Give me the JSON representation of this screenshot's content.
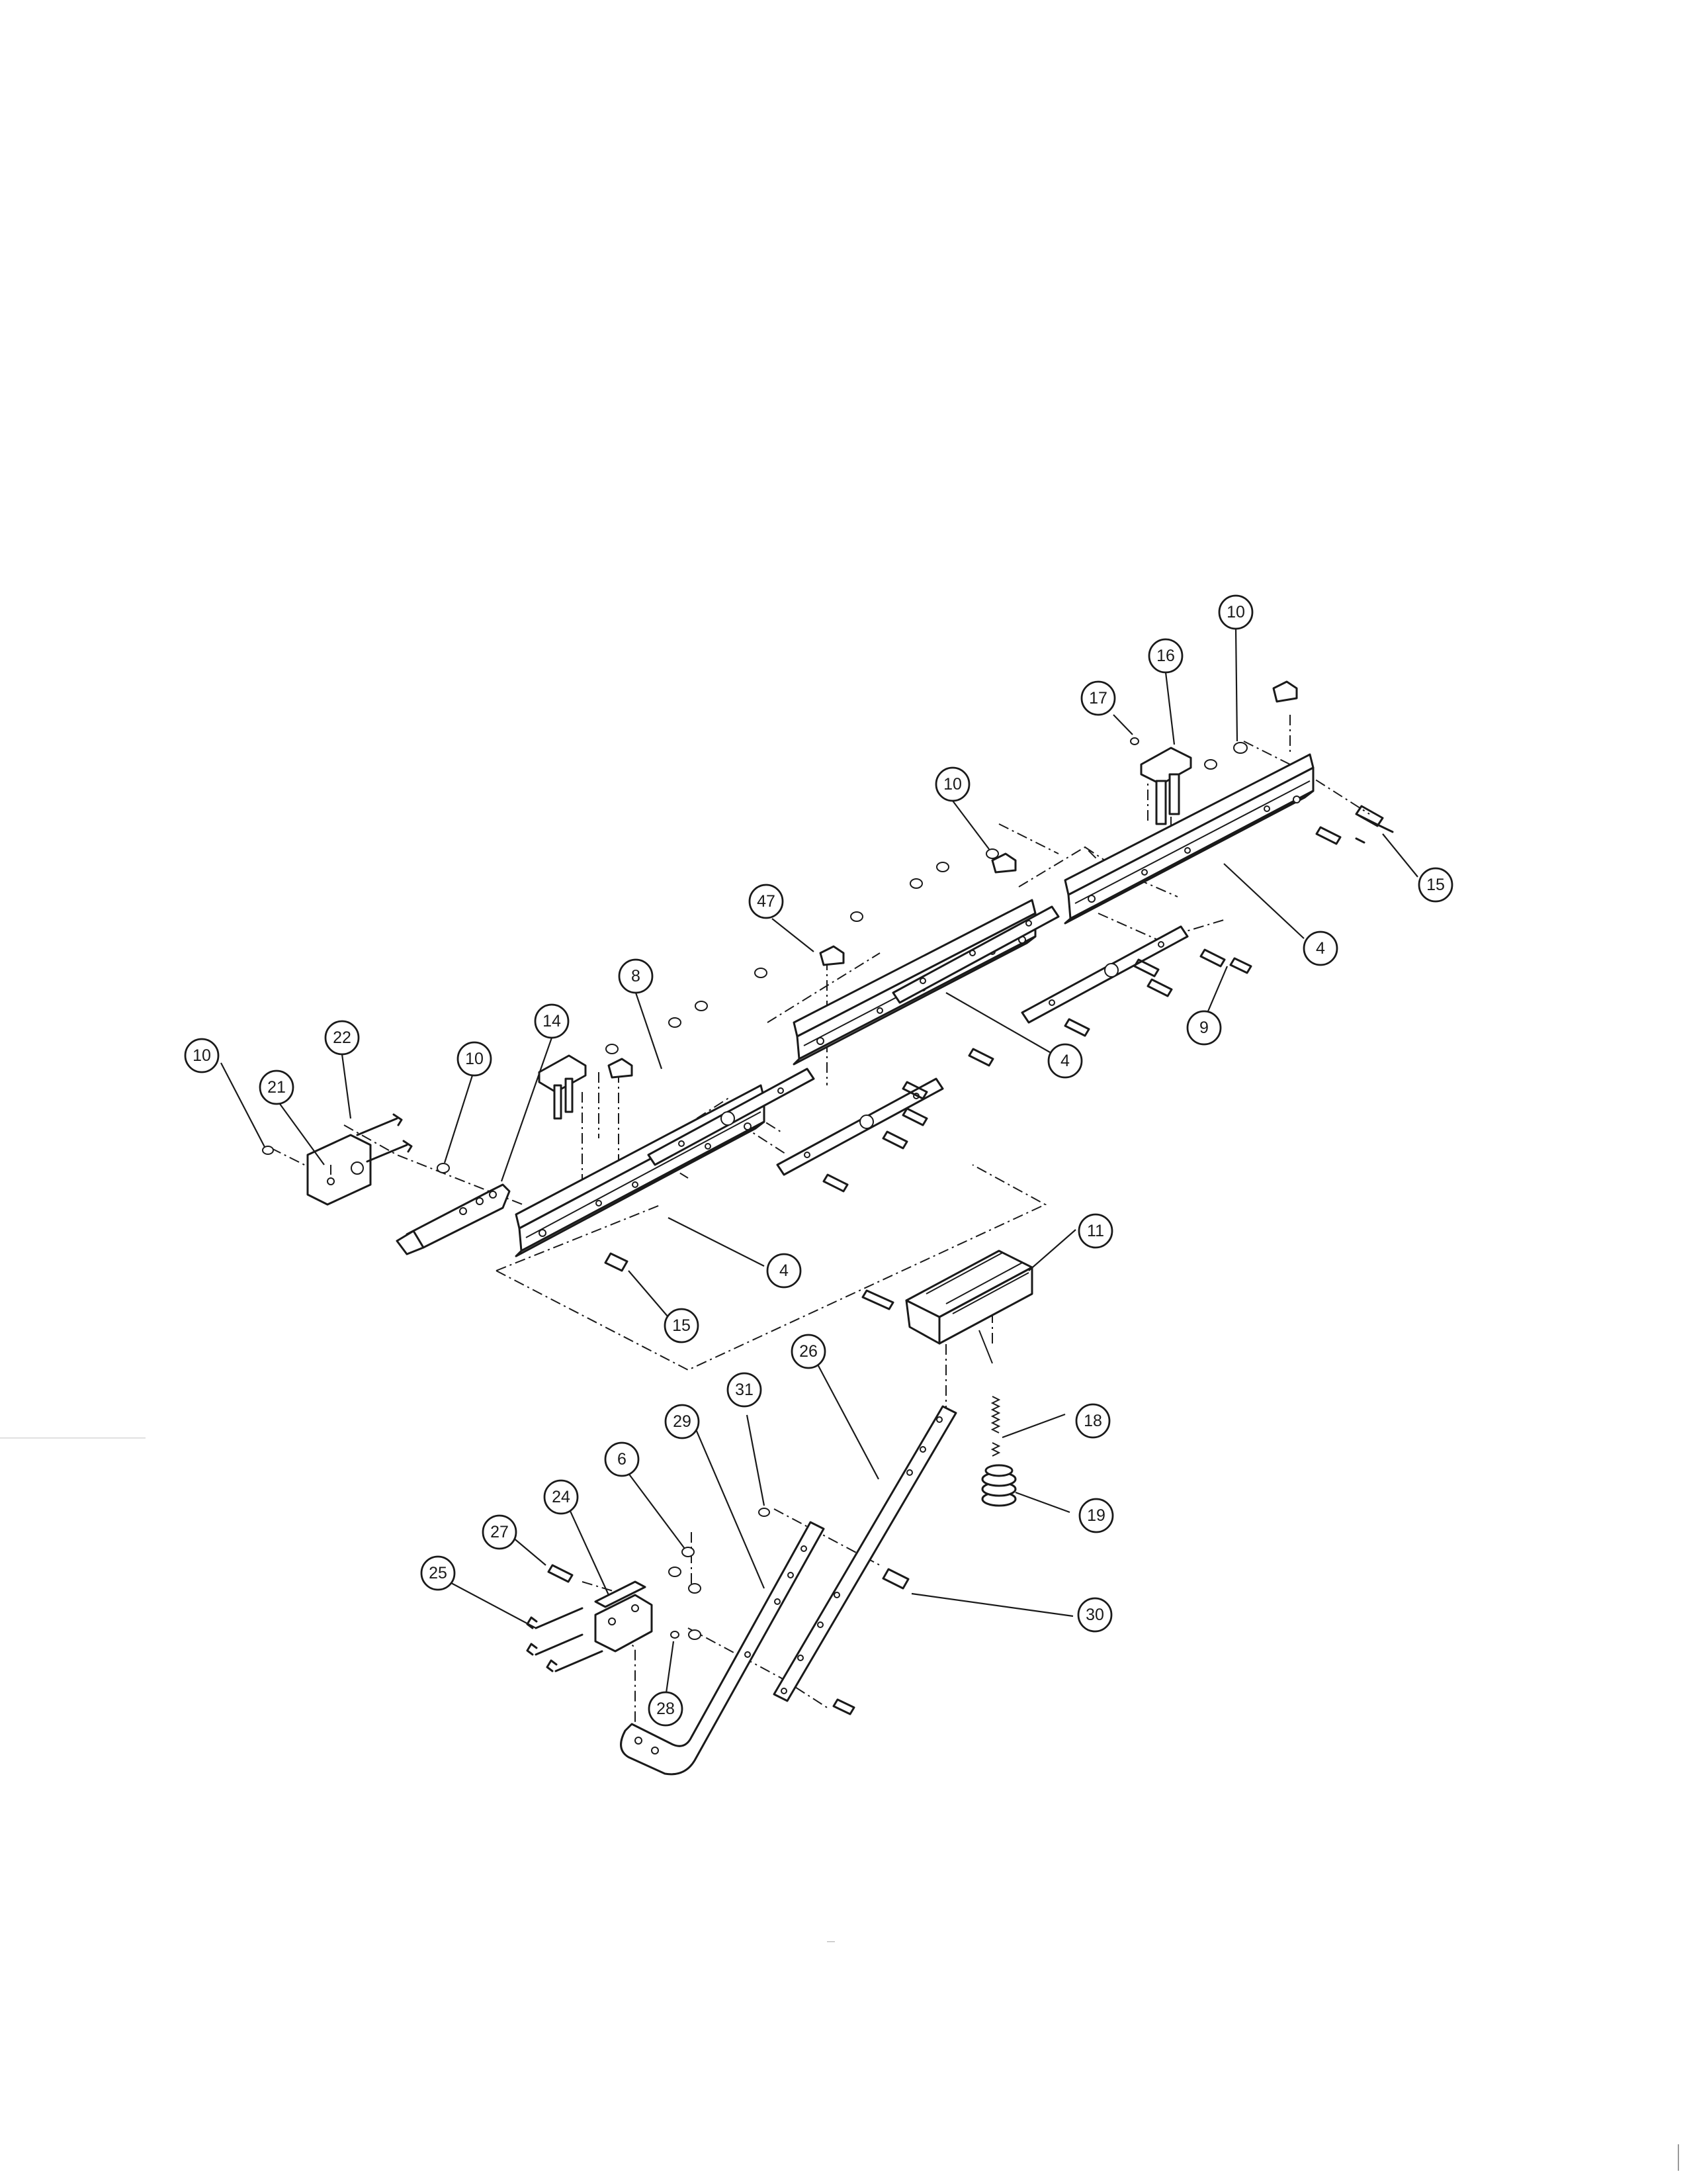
{
  "diagram": {
    "callouts": [
      {
        "id": "c-10-top",
        "label": "10"
      },
      {
        "id": "c-16",
        "label": "16"
      },
      {
        "id": "c-17",
        "label": "17"
      },
      {
        "id": "c-15-right",
        "label": "15"
      },
      {
        "id": "c-4-right",
        "label": "4"
      },
      {
        "id": "c-10-mid",
        "label": "10"
      },
      {
        "id": "c-47",
        "label": "47"
      },
      {
        "id": "c-9",
        "label": "9"
      },
      {
        "id": "c-4-mid",
        "label": "4"
      },
      {
        "id": "c-8",
        "label": "8"
      },
      {
        "id": "c-14",
        "label": "14"
      },
      {
        "id": "c-22",
        "label": "22"
      },
      {
        "id": "c-21",
        "label": "21"
      },
      {
        "id": "c-10-left",
        "label": "10"
      },
      {
        "id": "c-10-bracket",
        "label": "10"
      },
      {
        "id": "c-4-left",
        "label": "4"
      },
      {
        "id": "c-15-left",
        "label": "15"
      },
      {
        "id": "c-11",
        "label": "11"
      },
      {
        "id": "c-18",
        "label": "18"
      },
      {
        "id": "c-19",
        "label": "19"
      },
      {
        "id": "c-26",
        "label": "26"
      },
      {
        "id": "c-31",
        "label": "31"
      },
      {
        "id": "c-29",
        "label": "29"
      },
      {
        "id": "c-6",
        "label": "6"
      },
      {
        "id": "c-24",
        "label": "24"
      },
      {
        "id": "c-27",
        "label": "27"
      },
      {
        "id": "c-25",
        "label": "25"
      },
      {
        "id": "c-30",
        "label": "30"
      },
      {
        "id": "c-28",
        "label": "28"
      }
    ]
  }
}
